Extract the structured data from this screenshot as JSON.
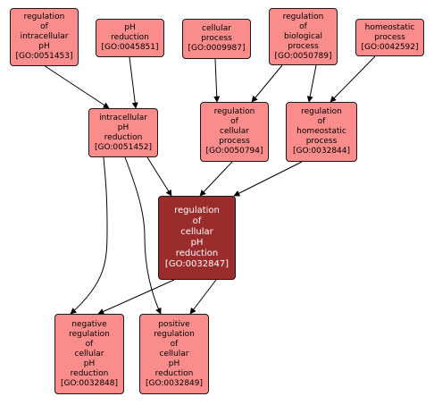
{
  "colors": {
    "node_fill": "#fa8c8c",
    "highlight_fill": "#9b2c2c",
    "edge": "#000000"
  },
  "nodes": {
    "n1": {
      "lines": [
        "regulation",
        "of",
        "intracellular",
        "pH",
        "[GO:0051453]"
      ]
    },
    "n2": {
      "lines": [
        "pH",
        "reduction",
        "[GO:0045851]"
      ]
    },
    "n3": {
      "lines": [
        "cellular",
        "process",
        "[GO:0009987]"
      ]
    },
    "n4": {
      "lines": [
        "regulation",
        "of",
        "biological",
        "process",
        "[GO:0050789]"
      ]
    },
    "n5": {
      "lines": [
        "homeostatic",
        "process",
        "[GO:0042592]"
      ]
    },
    "n6": {
      "lines": [
        "intracellular",
        "pH",
        "reduction",
        "[GO:0051452]"
      ]
    },
    "n7": {
      "lines": [
        "regulation",
        "of",
        "cellular",
        "process",
        "[GO:0050794]"
      ]
    },
    "n8": {
      "lines": [
        "regulation",
        "of",
        "homeostatic",
        "process",
        "[GO:0032844]"
      ]
    },
    "n9": {
      "lines": [
        "regulation",
        "of",
        "cellular",
        "pH",
        "reduction",
        "[GO:0032847]"
      ]
    },
    "n10": {
      "lines": [
        "negative",
        "regulation",
        "of",
        "cellular",
        "pH",
        "reduction",
        "[GO:0032848]"
      ]
    },
    "n11": {
      "lines": [
        "positive",
        "regulation",
        "of",
        "cellular",
        "pH",
        "reduction",
        "[GO:0032849]"
      ]
    }
  }
}
